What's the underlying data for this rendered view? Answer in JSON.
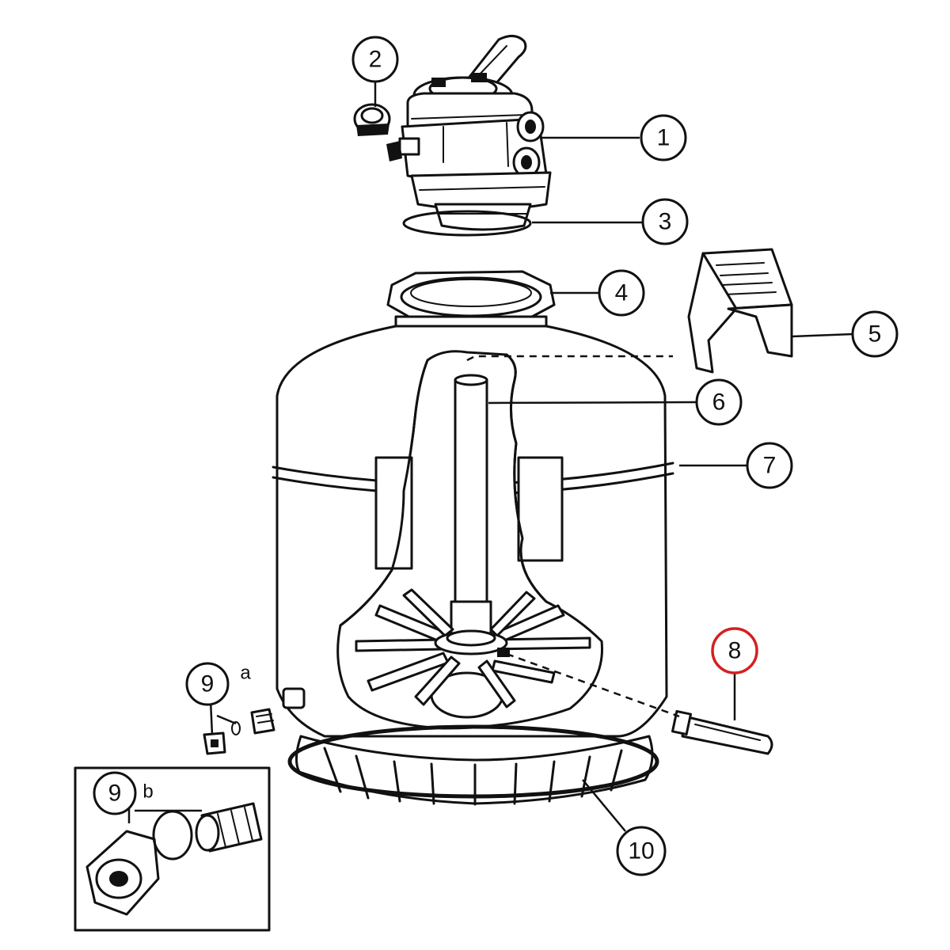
{
  "callouts": {
    "c1": "1",
    "c2": "2",
    "c3": "3",
    "c4": "4",
    "c5": "5",
    "c6": "6",
    "c7": "7",
    "c8": "8",
    "c9a": "9",
    "c9b": "9",
    "c10": "10"
  },
  "letters": {
    "a": "a",
    "b": "b"
  },
  "colors": {
    "ink": "#111111",
    "highlight": "#d42020",
    "background": "#ffffff"
  }
}
